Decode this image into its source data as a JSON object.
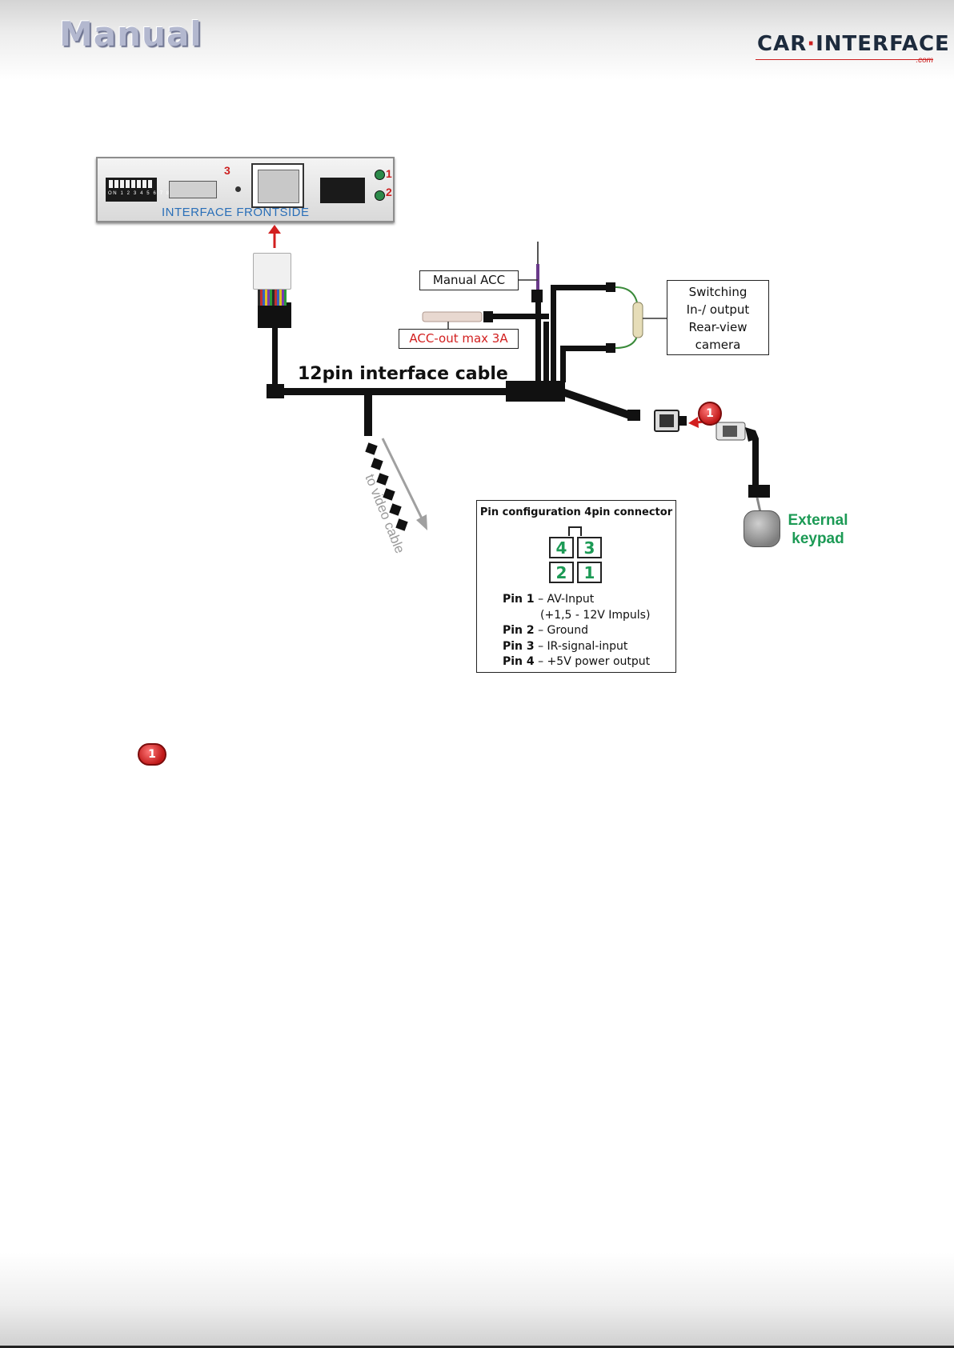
{
  "header": {
    "title": "Manual",
    "logo_left": "CAR",
    "logo_right": "INTERFACE",
    "logo_suffix": ".com"
  },
  "module": {
    "label": "INTERFACE  FRONTSIDE",
    "num3": "3",
    "num1": "1",
    "num2": "2",
    "dip_labels": "ON 1 2 3 4 5 6 7 8"
  },
  "labels": {
    "manual_acc": "Manual ACC",
    "acc_out": "ACC-out max 3A",
    "switching": [
      "Switching",
      "In-/ output",
      "Rear-view",
      "camera"
    ],
    "cable": "12pin interface cable",
    "video": "to video cable",
    "external_keypad": [
      "External",
      "keypad"
    ],
    "step_badge": "1"
  },
  "pin_config": {
    "title": "Pin configuration 4pin connector",
    "cells": {
      "tl": "4",
      "tr": "3",
      "bl": "2",
      "br": "1"
    },
    "pins": [
      {
        "pin": "Pin 1",
        "desc": " – AV-Input"
      },
      {
        "pin": "",
        "desc": "(+1,5 - 12V Impuls)"
      },
      {
        "pin": "Pin 2",
        "desc": " – Ground"
      },
      {
        "pin": "Pin 3",
        "desc": " – IR-signal-input"
      },
      {
        "pin": "Pin 4",
        "desc": " – +5V power output"
      }
    ]
  },
  "legend": {
    "badge": "1"
  },
  "colors": {
    "red_accent": "#cc1f1f",
    "green_text": "#1c9a55",
    "blue_text": "#2a6fb8"
  }
}
